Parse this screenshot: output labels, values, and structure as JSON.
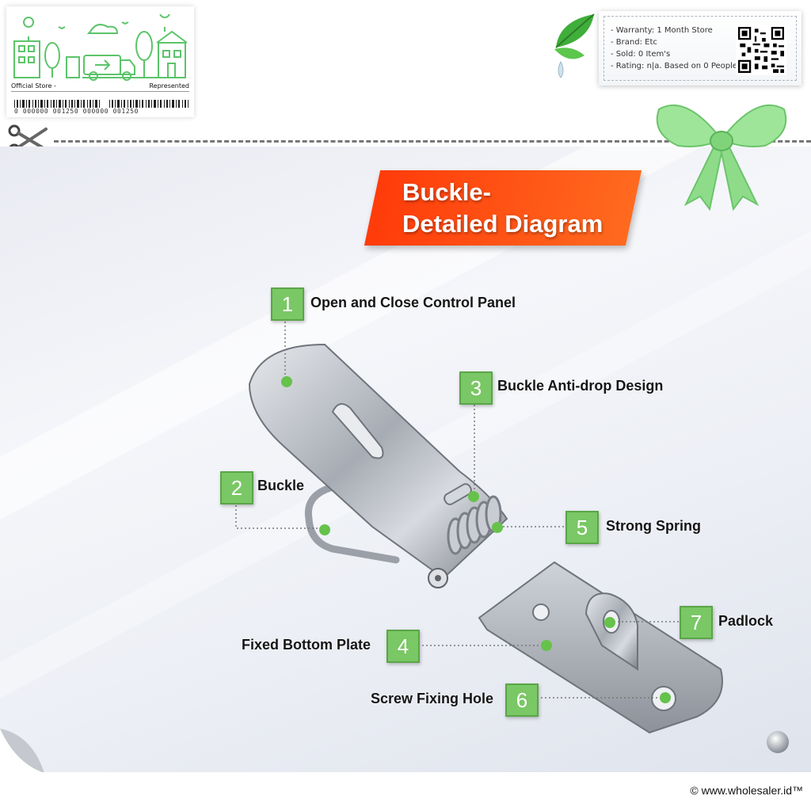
{
  "store_card": {
    "left_text": "Official Store -",
    "right_text": "Represented",
    "barcode_text": "0 000000 001250 000000 001250"
  },
  "info_card": {
    "lines": [
      "- Warranty: 1 Month Store",
      "- Brand: Etc",
      "- Sold: 0 Item's",
      "- Rating: n|a. Based on 0 People"
    ]
  },
  "title": {
    "line1": "Buckle-",
    "line2": "Detailed Diagram"
  },
  "callouts": [
    {
      "number": "1",
      "label": "Open and Close Control Panel"
    },
    {
      "number": "2",
      "label": "Buckle"
    },
    {
      "number": "3",
      "label": "Buckle Anti-drop Design"
    },
    {
      "number": "4",
      "label": "Fixed Bottom Plate"
    },
    {
      "number": "5",
      "label": "Strong Spring"
    },
    {
      "number": "6",
      "label": "Screw Fixing Hole"
    },
    {
      "number": "7",
      "label": "Padlock"
    }
  ],
  "colors": {
    "accent_green": "#7ac765",
    "banner_orange": "#ff4a12",
    "point_green": "#66c24a"
  },
  "copyright": "© www.wholesaler.id™"
}
